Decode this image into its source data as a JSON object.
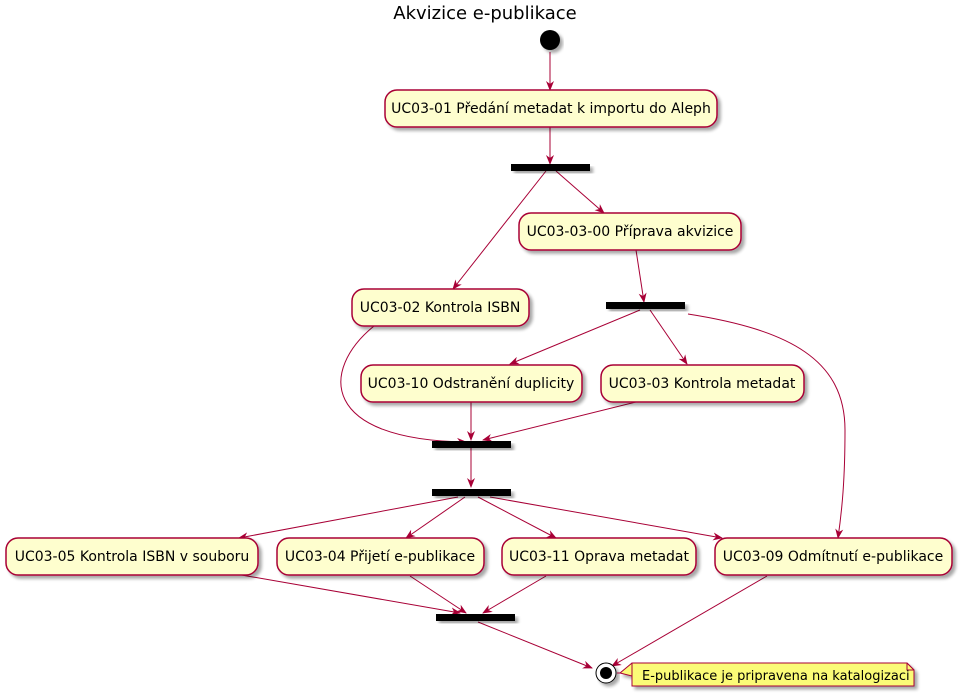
{
  "title": "Akvizice e-publikace",
  "colors": {
    "node_fill": "#FEFECE",
    "node_border": "#A80036",
    "arrow": "#A80036",
    "note_fill": "#FBFB77",
    "bar": "#000000"
  },
  "nodes": {
    "n01": "UC03-01 Předání metadat k importu do Aleph",
    "n0300": "UC03-03-00 Příprava akvizice",
    "n02": "UC03-02 Kontrola ISBN",
    "n10": "UC03-10 Odstranění duplicity",
    "n03": "UC03-03 Kontrola metadat",
    "n05": "UC03-05 Kontrola ISBN v souboru",
    "n04": "UC03-04 Přijetí e-publikace",
    "n11": "UC03-11 Oprava metadat",
    "n09": "UC03-09 Odmítnutí e-publikace"
  },
  "note": "E-publikace je pripravena na katalogizaci",
  "edges": [
    [
      "start",
      "n01"
    ],
    [
      "n01",
      "fork1"
    ],
    [
      "fork1",
      "n02"
    ],
    [
      "fork1",
      "n0300"
    ],
    [
      "n0300",
      "fork2"
    ],
    [
      "fork2",
      "n10"
    ],
    [
      "fork2",
      "n03"
    ],
    [
      "fork2",
      "n09"
    ],
    [
      "n02",
      "join1"
    ],
    [
      "n10",
      "join1"
    ],
    [
      "n03",
      "join1"
    ],
    [
      "join1",
      "fork3"
    ],
    [
      "fork3",
      "n05"
    ],
    [
      "fork3",
      "n04"
    ],
    [
      "fork3",
      "n11"
    ],
    [
      "fork3",
      "n09"
    ],
    [
      "n05",
      "join2"
    ],
    [
      "n04",
      "join2"
    ],
    [
      "n11",
      "join2"
    ],
    [
      "join2",
      "end"
    ],
    [
      "n09",
      "end"
    ]
  ]
}
